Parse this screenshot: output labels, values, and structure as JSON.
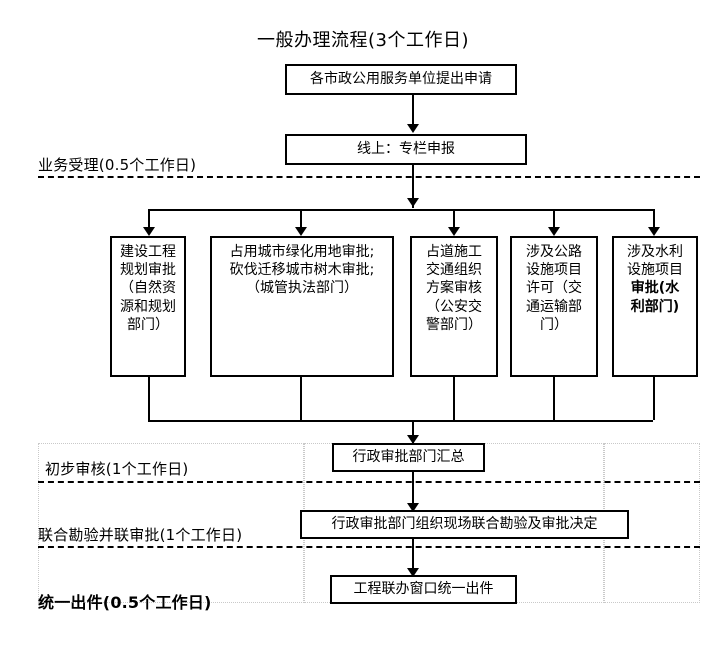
{
  "diagram": {
    "title": "一般办理流程(3个工作日)",
    "stage_labels": [
      {
        "id": "intake",
        "text": "业务受理(0.5个工作日)",
        "bold": false
      },
      {
        "id": "prelim",
        "text": "初步审核(1个工作日)",
        "bold": false
      },
      {
        "id": "joint",
        "text": "联合勘验并联审批(1个工作日)",
        "bold": false
      },
      {
        "id": "delivery",
        "text": "统一出件(0.5个工作日)",
        "bold": true
      }
    ],
    "nodes": {
      "apply": "各市政公用服务单位提出申请",
      "online": "线上：专栏申报",
      "summary": "行政审批部门汇总",
      "onsite": "行政审批部门组织现场联合勘验及审批决定",
      "output": "工程联办窗口统一出件"
    },
    "parallel_boxes": [
      {
        "id": "planning",
        "lines": [
          "建设工程",
          "规划审批",
          "（自然资",
          "源和规划",
          "部门）"
        ],
        "bold_from": -1
      },
      {
        "id": "greenland",
        "lines": [
          "占用城市绿化用地审批;",
          "砍伐迁移城市树木审批;",
          "（城管执法部门）"
        ],
        "bold_from": -1
      },
      {
        "id": "traffic",
        "lines": [
          "占道施工",
          "交通组织",
          "方案审核",
          "（公安交",
          "警部门）"
        ],
        "bold_from": -1
      },
      {
        "id": "highway",
        "lines": [
          "涉及公路",
          "设施项目",
          "许可（交",
          "通运输部",
          "门）"
        ],
        "bold_from": -1
      },
      {
        "id": "water",
        "lines": [
          "涉及水利",
          "设施项目",
          "审批(水",
          "利部门)"
        ],
        "bold_from": 2
      }
    ]
  }
}
